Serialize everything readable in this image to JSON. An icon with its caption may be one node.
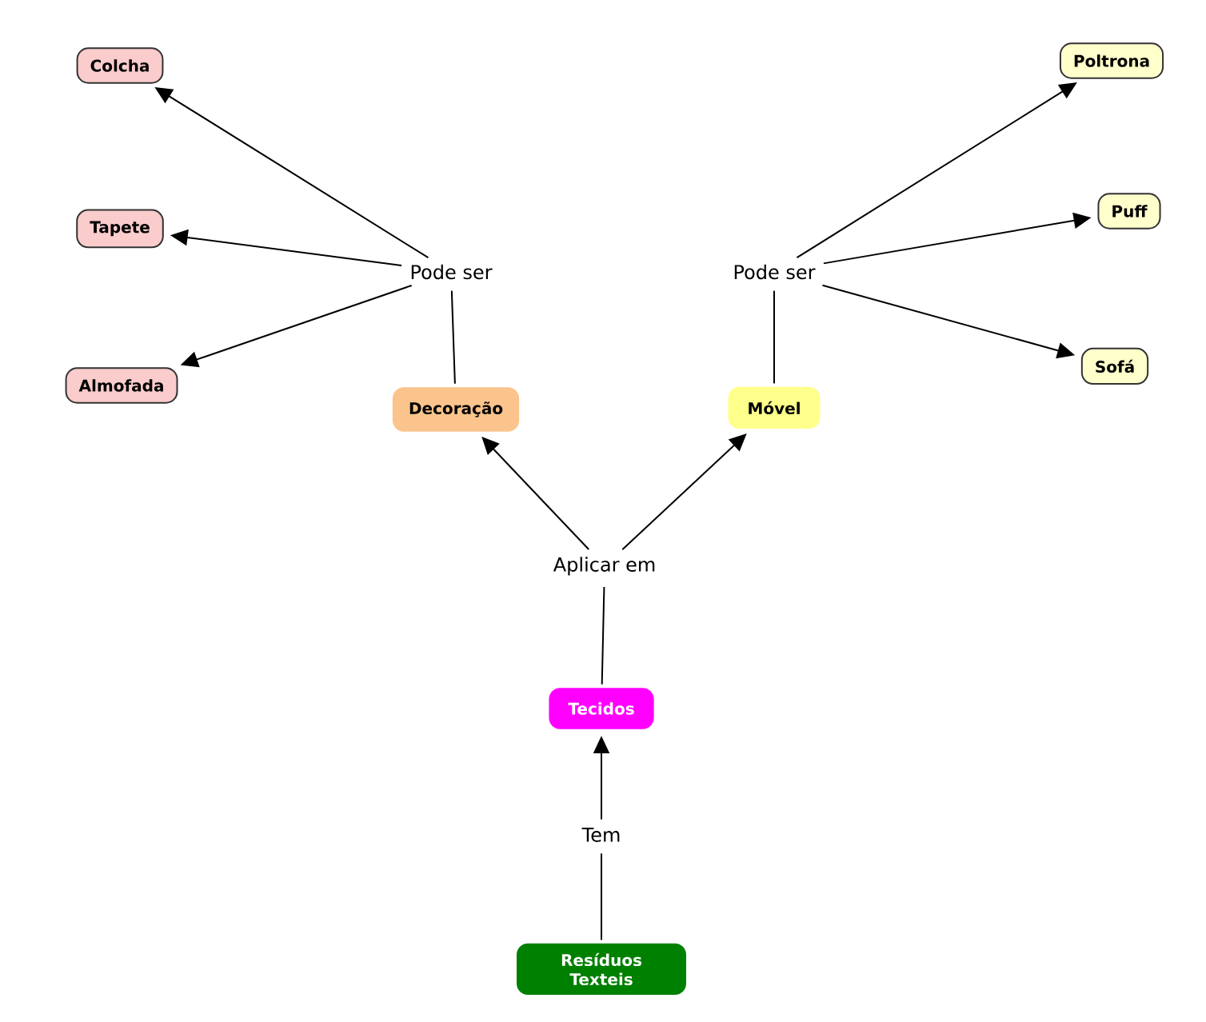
{
  "diagram": {
    "nodes": [
      {
        "text": [
          "Colcha"
        ]
      },
      {
        "text": [
          "Poltrona"
        ]
      },
      {
        "text": [
          "Tapete"
        ]
      },
      {
        "text": [
          "Puff"
        ]
      },
      {
        "text": [
          "Pode ser"
        ]
      },
      {
        "text": [
          "Pode ser"
        ]
      },
      {
        "text": [
          "Almofada"
        ]
      },
      {
        "text": [
          "Sofá"
        ]
      },
      {
        "text": [
          "Decoração"
        ]
      },
      {
        "text": [
          "Móvel"
        ]
      },
      {
        "text": [
          "Aplicar em"
        ]
      },
      {
        "text": [
          "Tecidos"
        ]
      },
      {
        "text": [
          "Tem"
        ]
      },
      {
        "text": [
          "Resíduos Texteis"
        ]
      }
    ],
    "edges": [
      {
        "from": 13,
        "to": 12,
        "arrow": "none"
      },
      {
        "from": 12,
        "to": 11,
        "arrow": "to"
      },
      {
        "from": 11,
        "to": 10,
        "arrow": "none"
      },
      {
        "from": 10,
        "to": 8,
        "arrow": "to"
      },
      {
        "from": 10,
        "to": 9,
        "arrow": "to"
      },
      {
        "from": 8,
        "to": 4,
        "arrow": "none"
      },
      {
        "from": 4,
        "to": 0,
        "arrow": "to"
      },
      {
        "from": 4,
        "to": 2,
        "arrow": "to"
      },
      {
        "from": 4,
        "to": 6,
        "arrow": "to"
      },
      {
        "from": 9,
        "to": 5,
        "arrow": "none"
      },
      {
        "from": 5,
        "to": 1,
        "arrow": "to"
      },
      {
        "from": 5,
        "to": 3,
        "arrow": "to"
      },
      {
        "from": 5,
        "to": 7,
        "arrow": "to"
      }
    ]
  }
}
